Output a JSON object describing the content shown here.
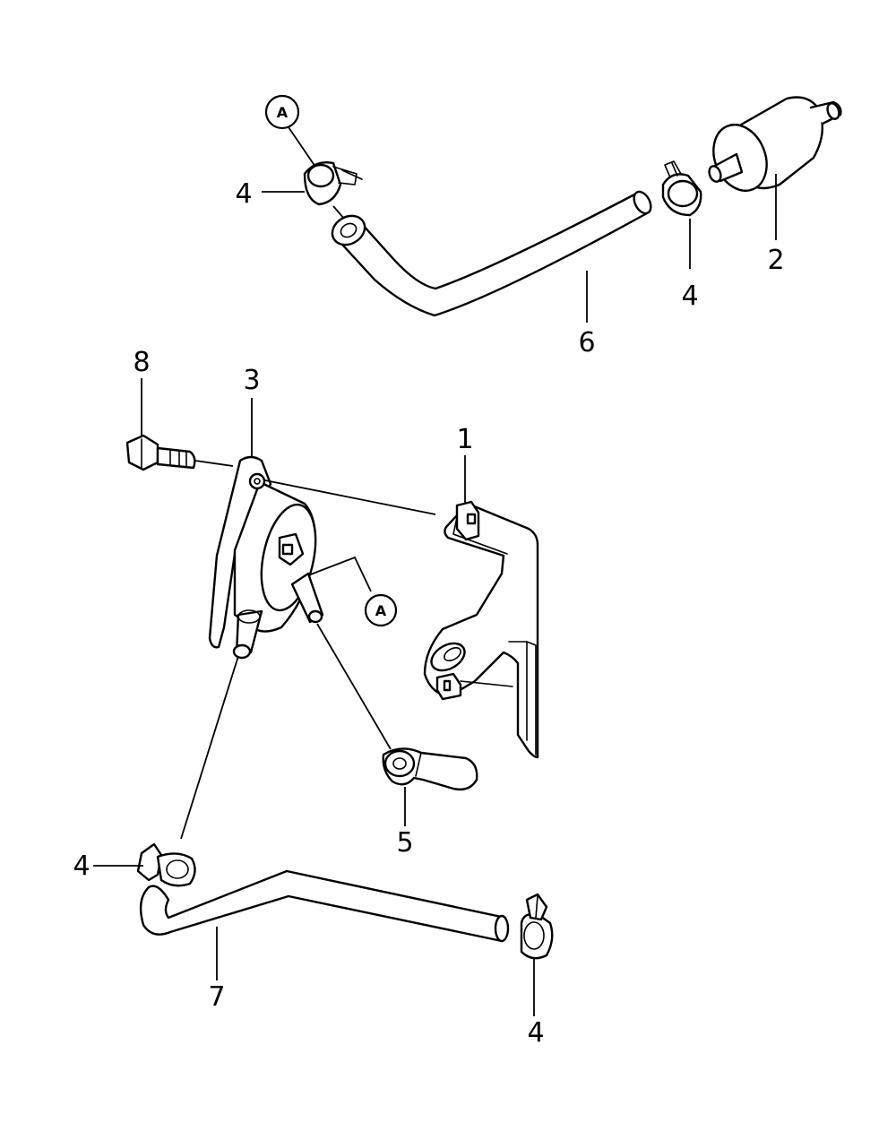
{
  "diagram": {
    "callouts": [
      {
        "id": "c-4-top-left",
        "label": "4"
      },
      {
        "id": "c-2",
        "label": "2"
      },
      {
        "id": "c-4-top-right",
        "label": "4"
      },
      {
        "id": "c-6",
        "label": "6"
      },
      {
        "id": "c-8",
        "label": "8"
      },
      {
        "id": "c-3",
        "label": "3"
      },
      {
        "id": "c-1",
        "label": "1"
      },
      {
        "id": "c-5",
        "label": "5"
      },
      {
        "id": "c-4-bottom-left",
        "label": "4"
      },
      {
        "id": "c-7",
        "label": "7"
      },
      {
        "id": "c-4-bottom-right",
        "label": "4"
      }
    ],
    "refs": [
      {
        "id": "ref-a-top",
        "label": "A"
      },
      {
        "id": "ref-a-middle",
        "label": "A"
      }
    ]
  }
}
